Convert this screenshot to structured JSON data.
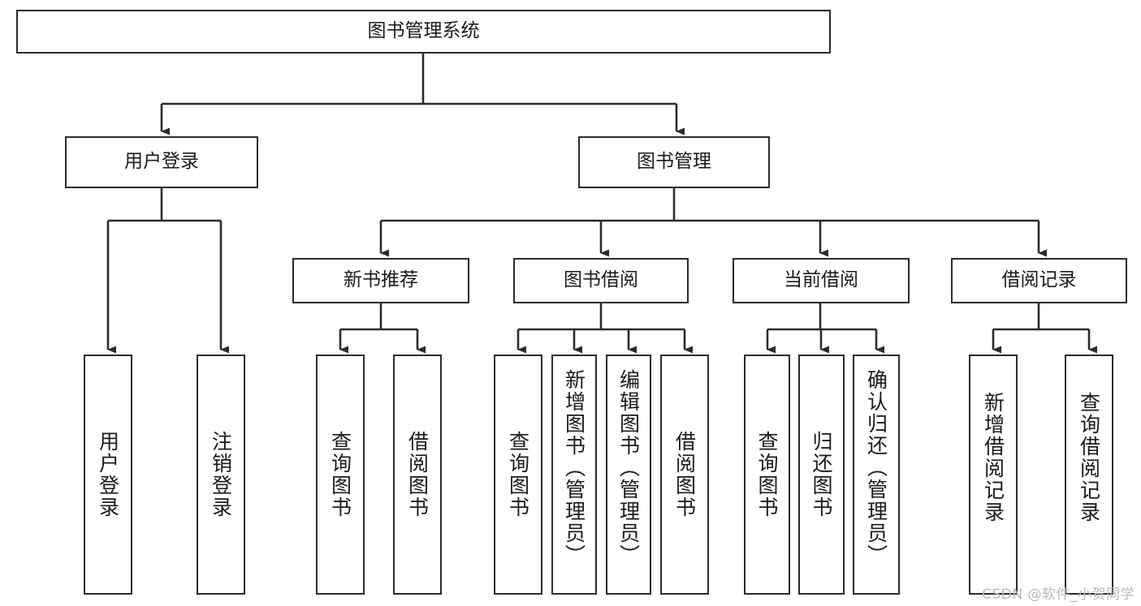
{
  "diagram": {
    "title": "图书管理系统",
    "type": "tree-hierarchy-diagram",
    "watermark": "CSDN @软件_小贺同学",
    "colors": {
      "box_border": "#2b2b2b",
      "box_fill": "#ffffff",
      "edge": "#2b2b2b",
      "text": "#1a1a1a",
      "watermark": "#b8b8b8",
      "background": "#ffffff"
    },
    "root": {
      "label": "图书管理系统"
    },
    "level2": [
      {
        "label": "用户登录"
      },
      {
        "label": "图书管理"
      }
    ],
    "level3": [
      {
        "label": "新书推荐"
      },
      {
        "label": "图书借阅"
      },
      {
        "label": "当前借阅"
      },
      {
        "label": "借阅记录"
      }
    ],
    "leaves": {
      "user_login": [
        {
          "label": "用户登录"
        },
        {
          "label": "注销登录"
        }
      ],
      "new_book_recommend": [
        {
          "label": "查询图书"
        },
        {
          "label": "借阅图书"
        }
      ],
      "book_borrow": [
        {
          "label": "查询图书"
        },
        {
          "label": "新增图书（管理员）"
        },
        {
          "label": "编辑图书（管理员）"
        },
        {
          "label": "借阅图书"
        }
      ],
      "current_borrow": [
        {
          "label": "查询图书"
        },
        {
          "label": "归还图书"
        },
        {
          "label": "确认归还（管理员）"
        }
      ],
      "borrow_record": [
        {
          "label": "新增借阅记录"
        },
        {
          "label": "查询借阅记录"
        }
      ]
    }
  }
}
